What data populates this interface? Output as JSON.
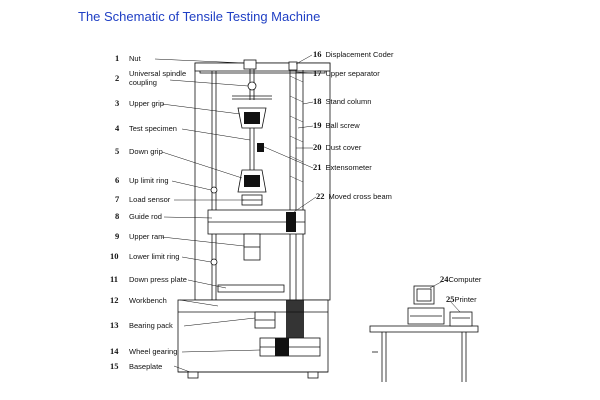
{
  "title": "The Schematic of Tensile Testing Machine",
  "left_labels": [
    {
      "num": "1",
      "text": "Nut"
    },
    {
      "num": "2",
      "text": "Universal spindle coupling"
    },
    {
      "num": "3",
      "text": "Upper grip"
    },
    {
      "num": "4",
      "text": "Test specimen"
    },
    {
      "num": "5",
      "text": "Down grip"
    },
    {
      "num": "6",
      "text": "Up limit ring"
    },
    {
      "num": "7",
      "text": "Load sensor"
    },
    {
      "num": "8",
      "text": "Guide rod"
    },
    {
      "num": "9",
      "text": "Upper ram"
    },
    {
      "num": "10",
      "text": "Lower limit ring"
    },
    {
      "num": "11",
      "text": "Down press plate"
    },
    {
      "num": "12",
      "text": "Workbench"
    },
    {
      "num": "13",
      "text": "Bearing pack"
    },
    {
      "num": "14",
      "text": "Wheel gearing"
    },
    {
      "num": "15",
      "text": "Baseplate"
    }
  ],
  "right_labels": [
    {
      "num": "16",
      "text": "Displacement Coder"
    },
    {
      "num": "17",
      "text": "Upper separator"
    },
    {
      "num": "18",
      "text": "Stand column"
    },
    {
      "num": "19",
      "text": "Ball screw"
    },
    {
      "num": "20",
      "text": "Dust cover"
    },
    {
      "num": "21",
      "text": "Extensometer"
    },
    {
      "num": "22",
      "text": "Moved cross beam"
    }
  ],
  "devices": [
    {
      "num": "24",
      "text": "Computer"
    },
    {
      "num": "25",
      "text": "Printer"
    }
  ]
}
